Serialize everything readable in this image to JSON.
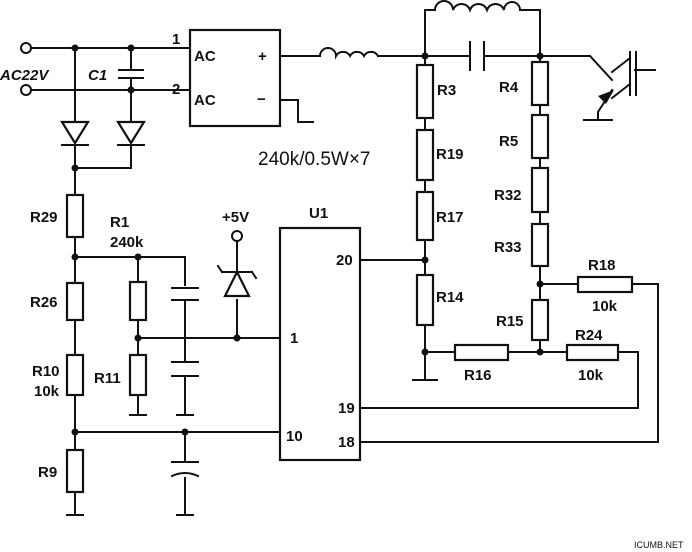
{
  "input": {
    "label": "AC22V",
    "cap": "C1"
  },
  "bridge": {
    "pin1": "1",
    "pin2": "2",
    "ac1": "AC",
    "ac2": "AC",
    "plus": "+",
    "minus": "−"
  },
  "note": "240k/0.5W×7",
  "ic": {
    "name": "U1",
    "p20": "20",
    "p1": "1",
    "p19": "19",
    "p10": "10",
    "p18": "18"
  },
  "supply": "+5V",
  "resistors": {
    "R29": "R29",
    "R1": "R1",
    "R1v": "240k",
    "R26": "R26",
    "R10": "R10",
    "R10v": "10k",
    "R11": "R11",
    "R9": "R9",
    "R3": "R3",
    "R19": "R19",
    "R17": "R17",
    "R14": "R14",
    "R4": "R4",
    "R5": "R5",
    "R32": "R32",
    "R33": "R33",
    "R15": "R15",
    "R16": "R16",
    "R18": "R18",
    "R18v": "10k",
    "R24": "R24",
    "R24v": "10k"
  },
  "watermark": "ICUMB.NET"
}
